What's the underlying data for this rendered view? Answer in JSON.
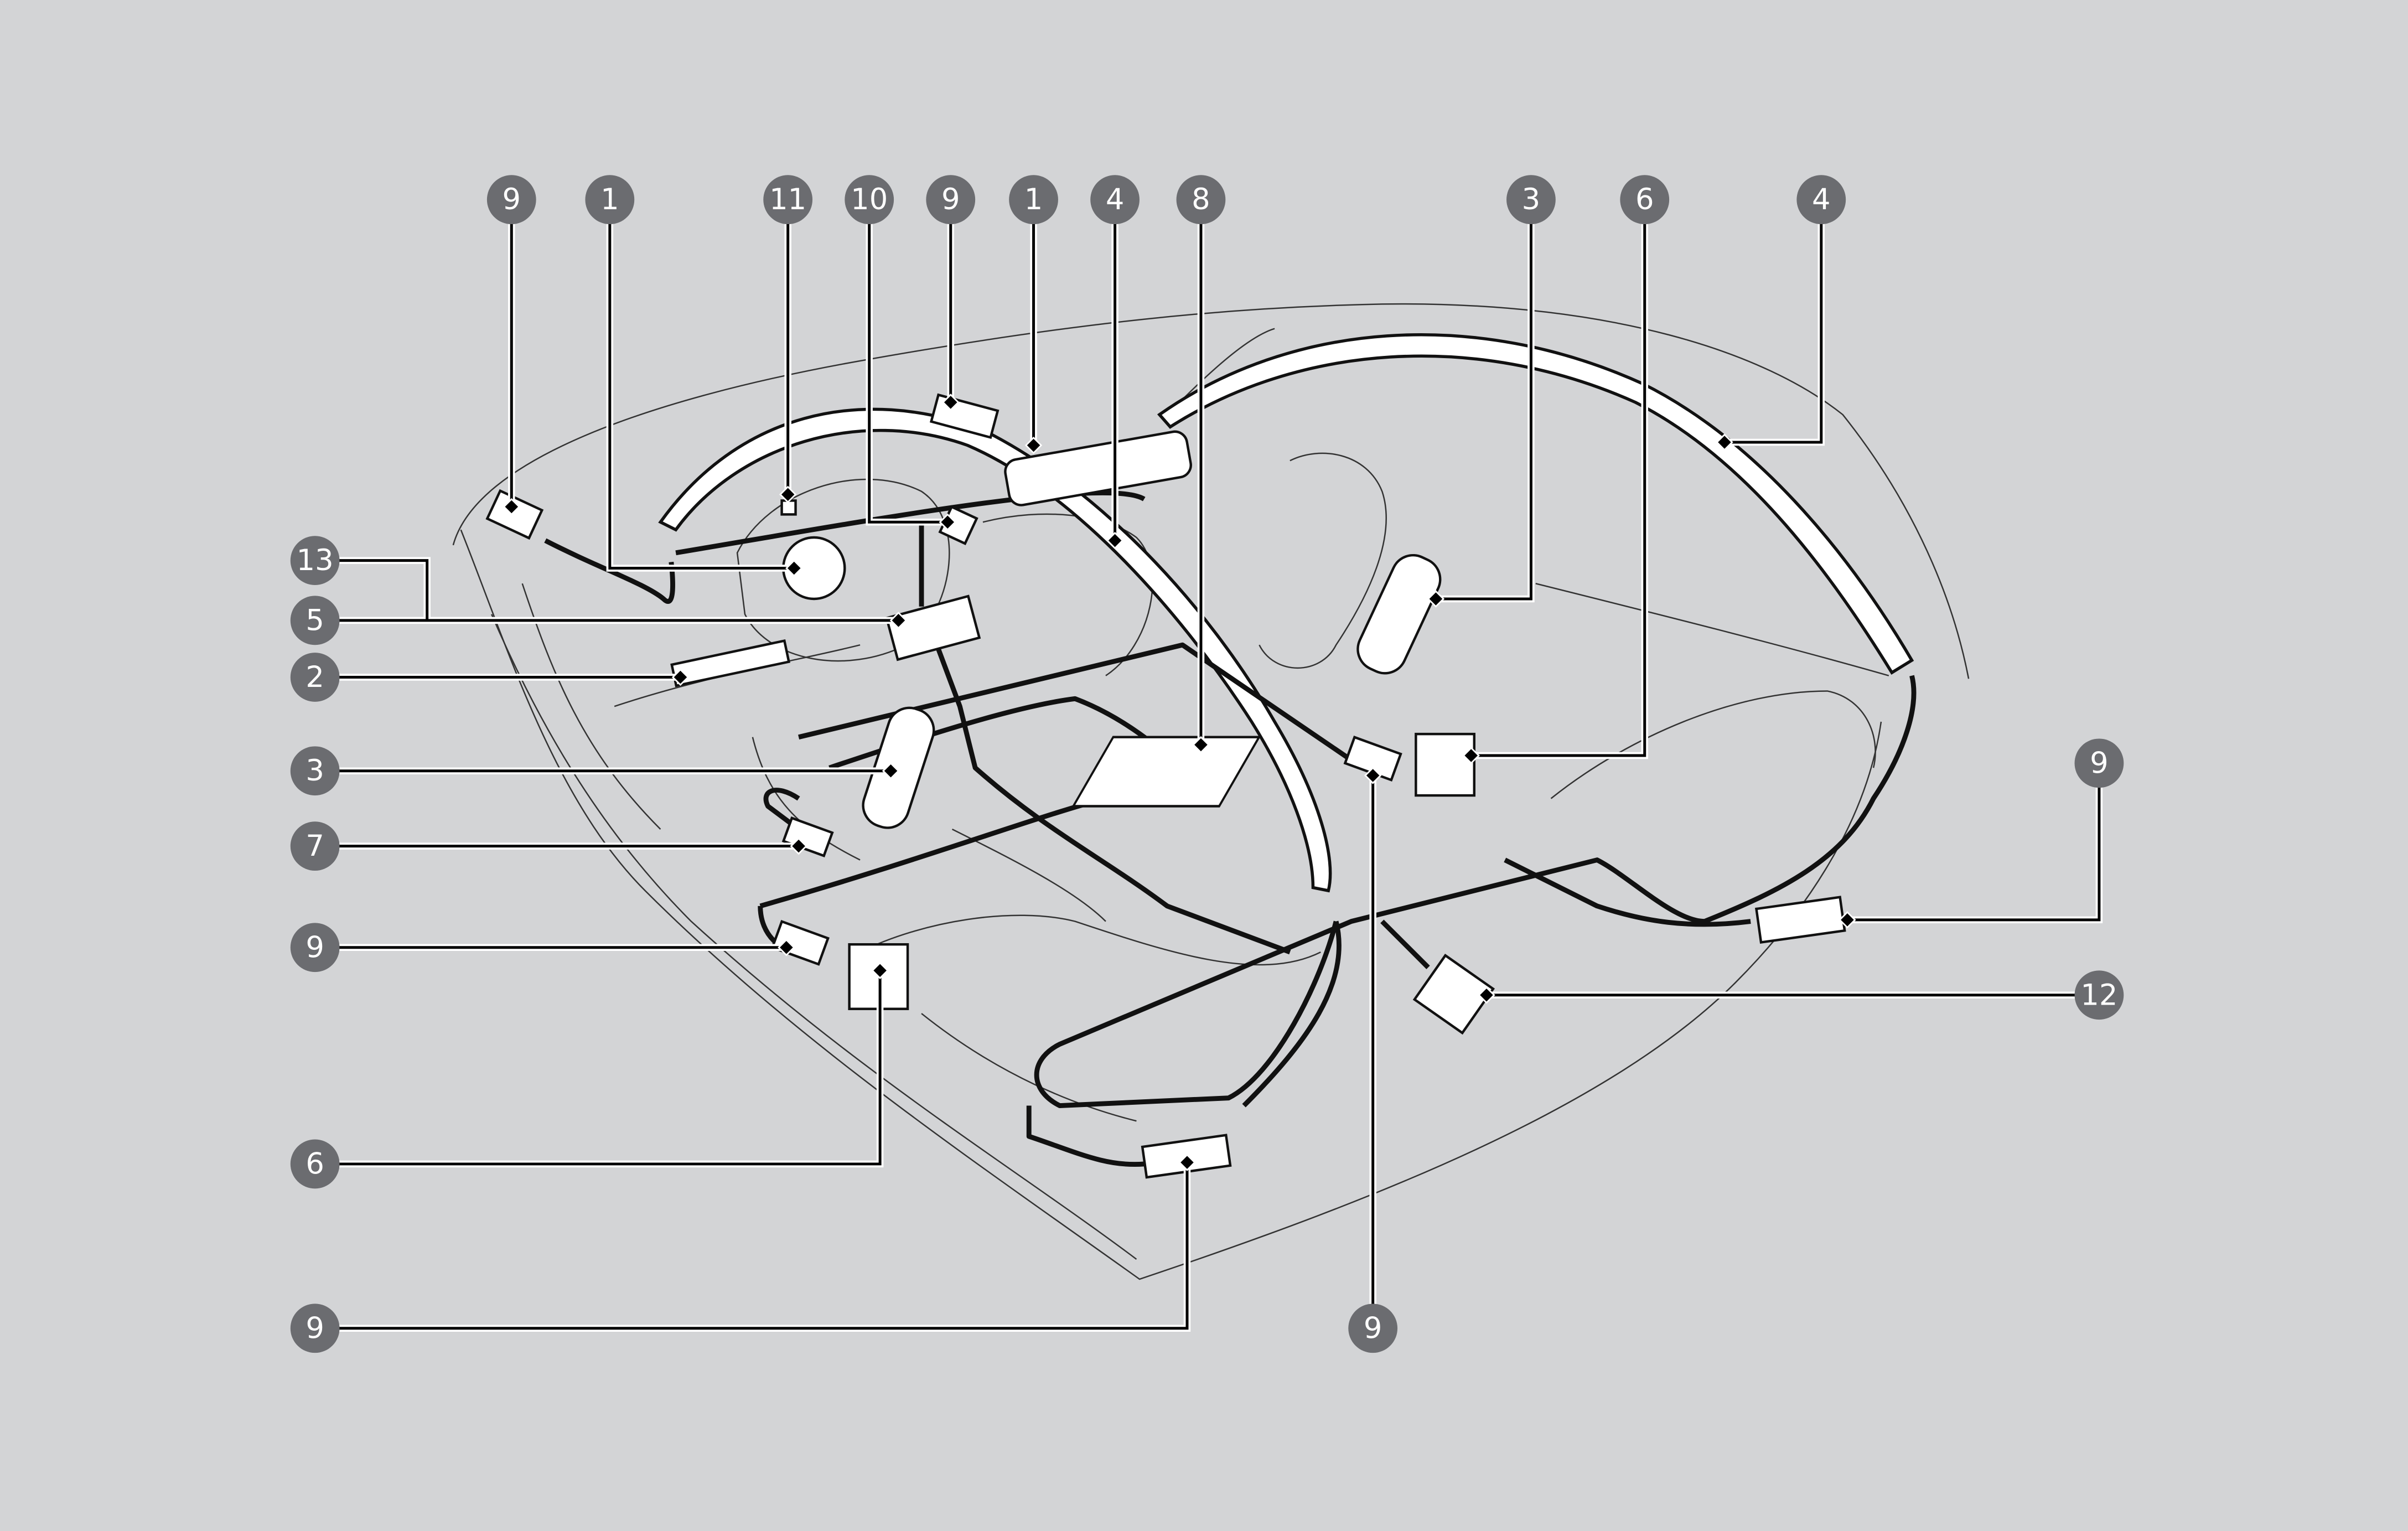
{
  "colors": {
    "background": "#d3d4d6",
    "badge": "#6b6c70",
    "badge_text": "#ffffff"
  },
  "callouts": {
    "top": [
      "9",
      "1",
      "11",
      "10",
      "9",
      "1",
      "4",
      "8",
      "3",
      "6",
      "4"
    ],
    "left": [
      "13",
      "5",
      "2",
      "3",
      "7",
      "9",
      "6",
      "9"
    ],
    "right": [
      "9",
      "12"
    ],
    "bottom": [
      "9"
    ]
  }
}
